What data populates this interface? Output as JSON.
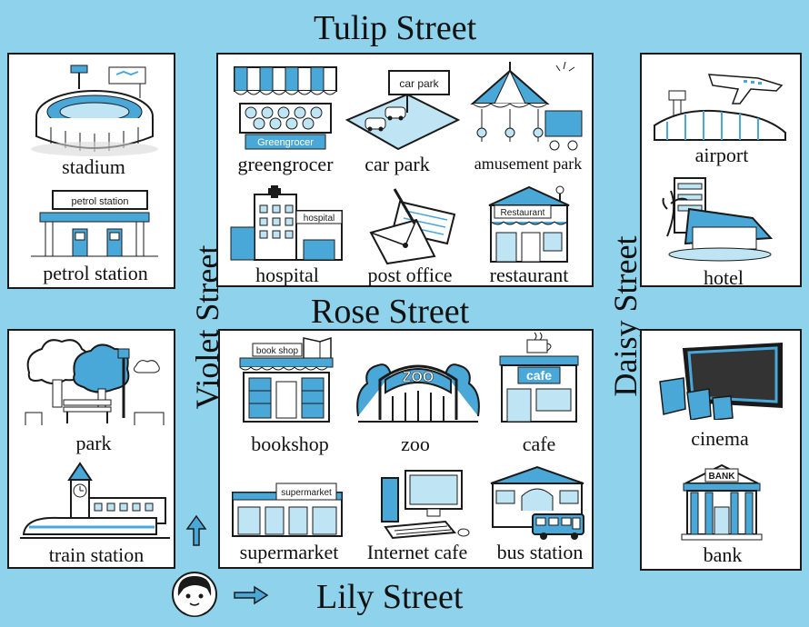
{
  "streets": {
    "tulip": "Tulip Street",
    "rose": "Rose Street",
    "lily": "Lily Street",
    "violet": "Violet Street",
    "daisy": "Daisy Street"
  },
  "places": {
    "stadium": "stadium",
    "petrol_station": "petrol station",
    "petrol_sign": "petrol station",
    "greengrocer": "greengrocer",
    "greengrocer_sign": "Greengrocer",
    "car_park": "car park",
    "car_park_sign": "car park",
    "amusement_park": "amusement park",
    "hospital": "hospital",
    "hospital_sign": "hospital",
    "post_office": "post office",
    "restaurant": "restaurant",
    "restaurant_sign": "Restaurant",
    "airport": "airport",
    "hotel": "hotel",
    "park": "park",
    "train_station": "train station",
    "bookshop": "bookshop",
    "bookshop_sign": "book shop",
    "zoo": "zoo",
    "zoo_sign": "ZOO",
    "cafe": "cafe",
    "cafe_sign": "cafe",
    "supermarket": "supermarket",
    "supermarket_sign": "supermarket",
    "internet_cafe": "Internet cafe",
    "bus_station": "bus station",
    "cinema": "cinema",
    "bank": "bank",
    "bank_sign": "BANK"
  },
  "colors": {
    "street_blue": "#8fd2ec",
    "icon_blue": "#4aa8d8",
    "outline": "#1a1a1a"
  },
  "icons": [
    "girl-avatar",
    "arrow-up-icon",
    "arrow-right-icon"
  ]
}
